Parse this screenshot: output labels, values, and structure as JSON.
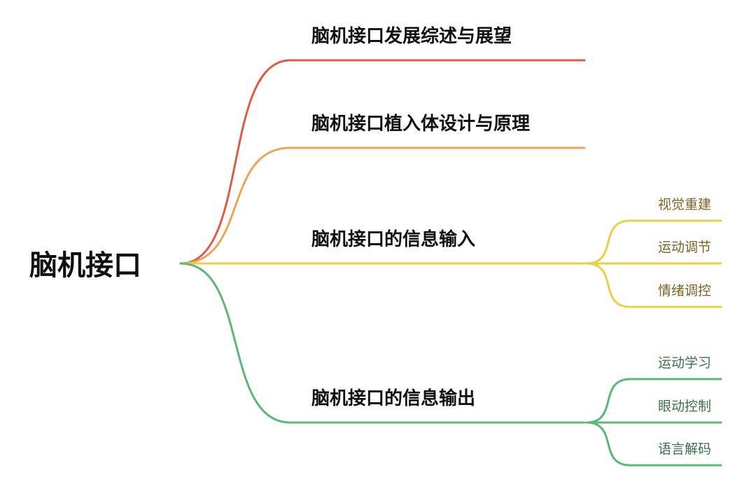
{
  "root": {
    "label": "脑机接口"
  },
  "branches": [
    {
      "label": "脑机接口发展综述与展望",
      "color": "#e05a4a",
      "children": []
    },
    {
      "label": "脑机接口植入体设计与原理",
      "color": "#eaa556",
      "children": []
    },
    {
      "label": "脑机接口的信息输入",
      "color": "#e8cf4c",
      "leaf_color": "#7a6424",
      "children": [
        {
          "label": "视觉重建"
        },
        {
          "label": "运动调节"
        },
        {
          "label": "情绪调控"
        }
      ]
    },
    {
      "label": "脑机接口的信息输出",
      "color": "#5cb878",
      "leaf_color": "#3c6f4c",
      "children": [
        {
          "label": "运动学习"
        },
        {
          "label": "眼动控制"
        },
        {
          "label": "语言解码"
        }
      ]
    }
  ]
}
